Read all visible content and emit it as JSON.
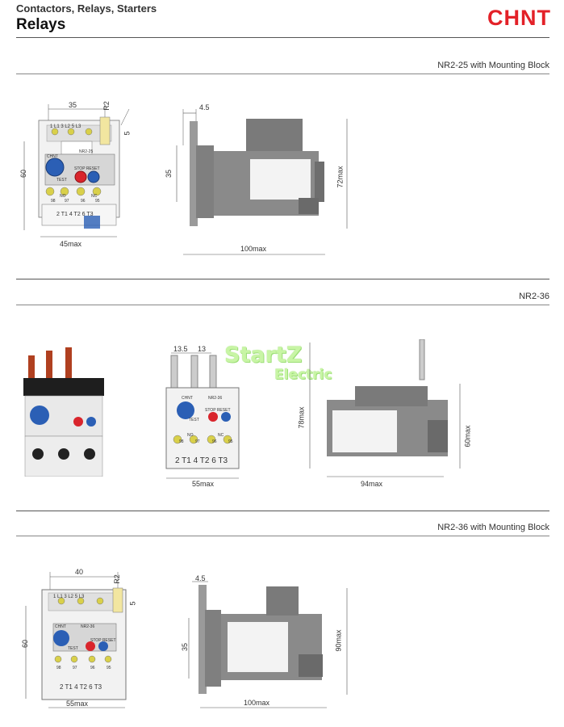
{
  "header": {
    "category": "Contactors, Relays, Starters",
    "title": "Relays",
    "brand": "CHNT"
  },
  "sections": [
    {
      "label": "NR2-25 with Mounting Block",
      "dims": {
        "width_top": "35",
        "radius": "R2",
        "offset": "5",
        "height_left": "60",
        "width_bottom": "45max",
        "side_gap": "4.5",
        "side_height": "35",
        "side_max_height": "72max",
        "side_width": "100max"
      },
      "labels": {
        "brand": "CHNT",
        "test": "TEST",
        "stop_reset": "STOP  RESET",
        "no": "NO",
        "nc": "NC",
        "t97": "97",
        "t98": "98",
        "t95": "95",
        "t96": "96",
        "top_terminals": "1 L1  3 L2  5 L3",
        "bottom_terminals": "2 T1  4 T2  6 T3",
        "model": "NR2-25"
      }
    },
    {
      "label": "NR2-36",
      "dims": {
        "gap1": "13.5",
        "gap2": "13",
        "width_front": "55max",
        "height_side": "78max",
        "side_width": "94max",
        "side_right": "60max"
      },
      "labels": {
        "brand": "CHNT",
        "model": "NR2-36",
        "stop_reset": "STOP  RESET",
        "test": "TEST",
        "no": "NO",
        "nc": "NC",
        "t98": "98",
        "t97": "97",
        "t96": "96",
        "t95": "95",
        "bottom_terminals": "2 T1  4 T2  6 T3"
      },
      "watermark": {
        "line1": "StartZ",
        "line2": "Electric"
      }
    },
    {
      "label": "NR2-36 with Mounting Block",
      "dims": {
        "width_top": "40",
        "radius": "R2",
        "offset": "5",
        "height_left": "60",
        "width_bottom": "55max",
        "side_gap": "4.5",
        "side_height": "35",
        "side_max_height": "90max",
        "side_width": "100max"
      },
      "labels": {
        "brand": "CHNT",
        "model": "NR2-36",
        "test": "TEST",
        "stop_reset": "STOP  RESET",
        "t98": "98",
        "t97": "97",
        "t96": "96",
        "t95": "95",
        "top_terminals": "1 L1  3 L2  5 L3",
        "bottom_terminals": "2 T1  4 T2  6 T3"
      }
    }
  ],
  "colors": {
    "brand": "#e32128",
    "dial_blue": "#2b5fb5",
    "button_red": "#d9252c",
    "body_gray": "#8a8a8a",
    "body_light": "#e9e9e9"
  }
}
